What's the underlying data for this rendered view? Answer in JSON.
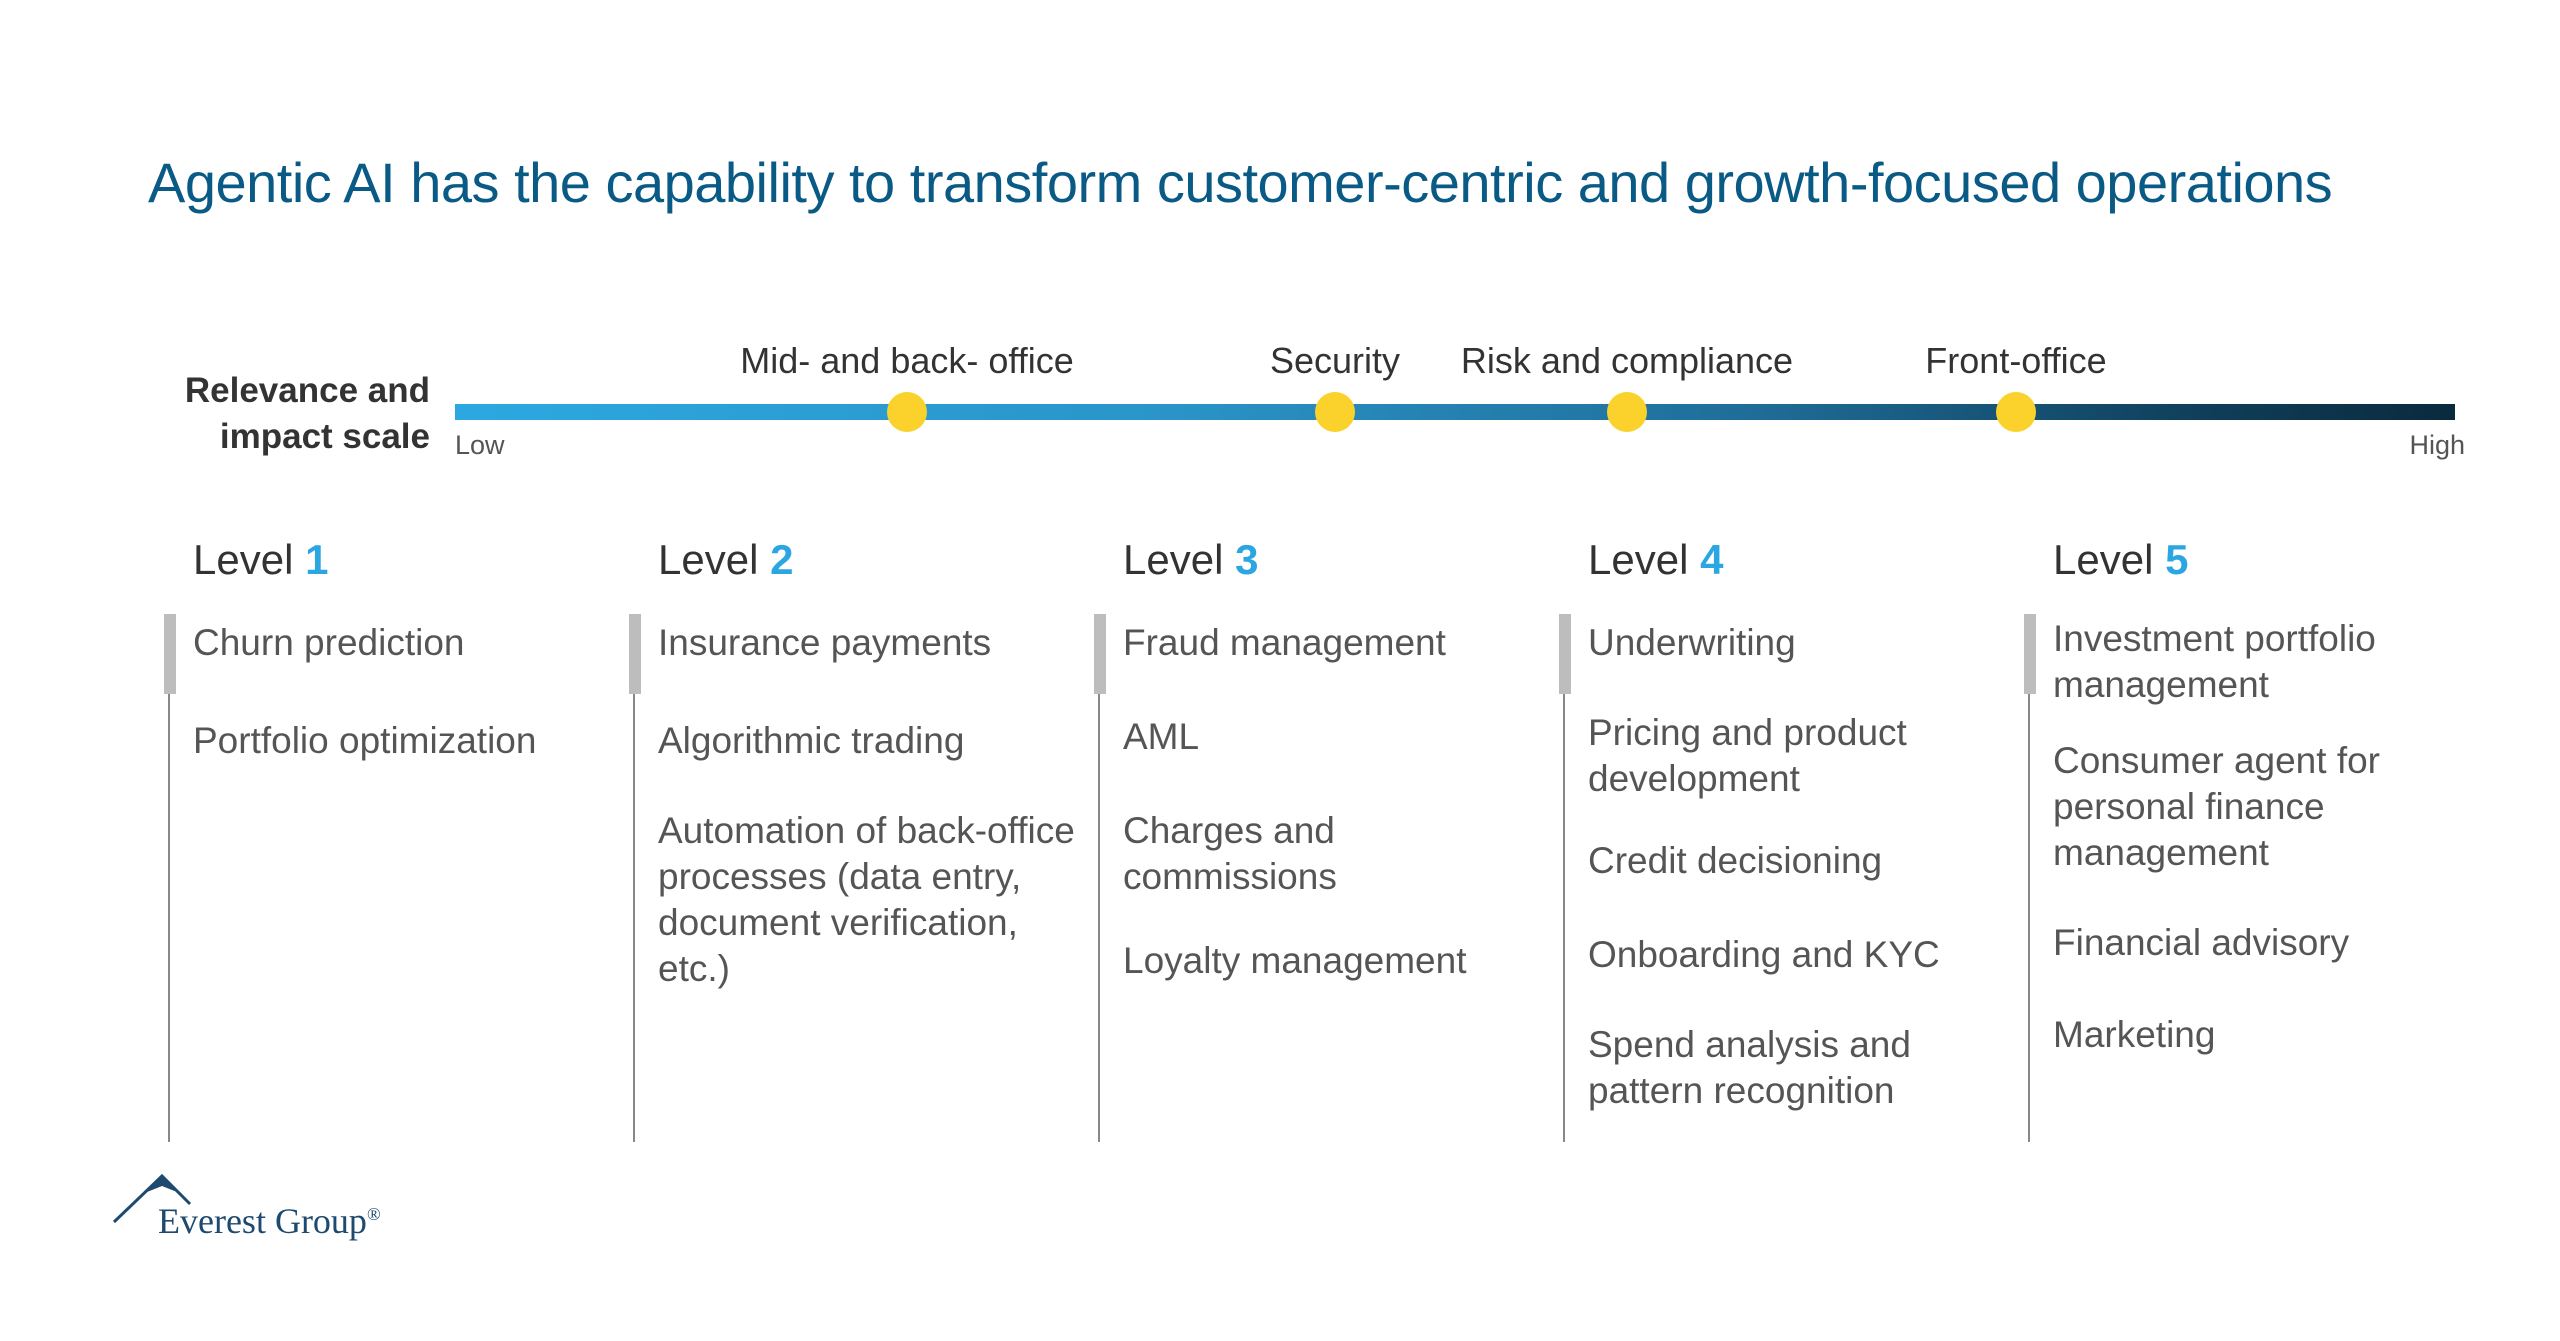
{
  "title": "Agentic AI has the capability to transform customer-centric and growth-focused operations",
  "scale": {
    "label_line1": "Relevance and",
    "label_line2": "impact scale",
    "low": "Low",
    "high": "High",
    "markers": [
      {
        "label": "Mid- and back- office"
      },
      {
        "label": "Security"
      },
      {
        "label": "Risk and compliance"
      },
      {
        "label": "Front-office"
      }
    ]
  },
  "level_prefix": "Level",
  "levels": [
    {
      "num": "1",
      "items": [
        "Churn prediction",
        "Portfolio optimization"
      ]
    },
    {
      "num": "2",
      "items": [
        "Insurance payments",
        "Algorithmic trading",
        "Automation of back-office processes (data entry, document verification, etc.)"
      ]
    },
    {
      "num": "3",
      "items": [
        "Fraud management",
        "AML",
        "Charges and commissions",
        "Loyalty management"
      ]
    },
    {
      "num": "4",
      "items": [
        "Underwriting",
        "Pricing and product development",
        "Credit decisioning",
        "Onboarding and KYC",
        "Spend analysis and pattern recognition"
      ]
    },
    {
      "num": "5",
      "items": [
        "Investment portfolio management",
        "Consumer agent for personal finance management",
        "Financial advisory",
        "Marketing"
      ]
    }
  ],
  "logo": {
    "name": "Everest Group",
    "mark": "®"
  },
  "colors": {
    "title": "#0a5a86",
    "accent": "#2ba6e1",
    "marker": "#fbd12b"
  }
}
